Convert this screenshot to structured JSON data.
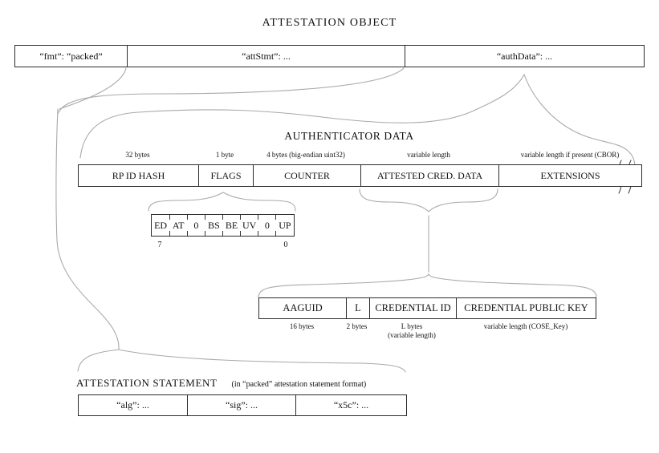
{
  "title": "ATTESTATION OBJECT",
  "attestation_object": {
    "fmt": "“fmt”: “packed”",
    "attStmt": "“attStmt”: ...",
    "authData": "“authData”: ..."
  },
  "authenticator_data": {
    "title": "AUTHENTICATOR DATA",
    "fields": [
      {
        "label": "RP ID HASH",
        "size": "32 bytes"
      },
      {
        "label": "FLAGS",
        "size": "1 byte"
      },
      {
        "label": "COUNTER",
        "size": "4 bytes (big-endian uint32)"
      },
      {
        "label": "ATTESTED CRED. DATA",
        "size": "variable length"
      },
      {
        "label": "EXTENSIONS",
        "size": "variable length if present (CBOR)"
      }
    ]
  },
  "flags": {
    "bits": [
      "ED",
      "AT",
      "0",
      "BS",
      "BE",
      "UV",
      "0",
      "UP"
    ],
    "msb_index": "7",
    "lsb_index": "0"
  },
  "attested_credential_data": {
    "fields": [
      {
        "label": "AAGUID",
        "size": "16 bytes"
      },
      {
        "label": "L",
        "size": "2 bytes"
      },
      {
        "label": "CREDENTIAL ID",
        "size": "L bytes",
        "size2": "(variable length)"
      },
      {
        "label": "CREDENTIAL PUBLIC KEY",
        "size": "variable length (COSE_Key)"
      }
    ]
  },
  "attestation_statement": {
    "title": "ATTESTATION STATEMENT",
    "note": "(in “packed” attestation statement format)",
    "alg": "“alg”: ...",
    "sig": "“sig”: ...",
    "x5c": "“x5c”: ..."
  }
}
